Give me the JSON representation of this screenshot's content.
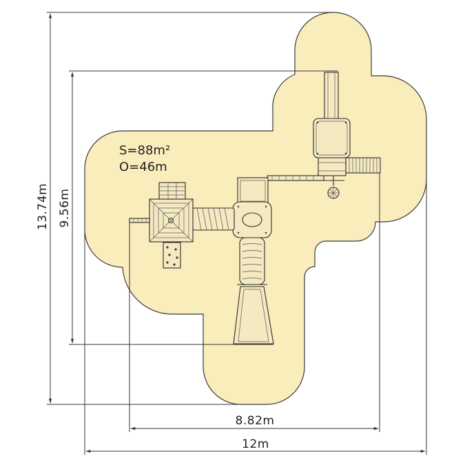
{
  "colors": {
    "safety_zone_fill": "#f9edbc",
    "safety_zone_stroke": "#3a3a3a",
    "equipment_fill": "#f4e9c0",
    "line": "#333333"
  },
  "area": {
    "surface": "S=88m²",
    "perimeter": "O=46m"
  },
  "dimensions": {
    "outer_width": "12m",
    "equipment_width": "8.82m",
    "outer_height": "13.74m",
    "equipment_height": "9.56m"
  }
}
